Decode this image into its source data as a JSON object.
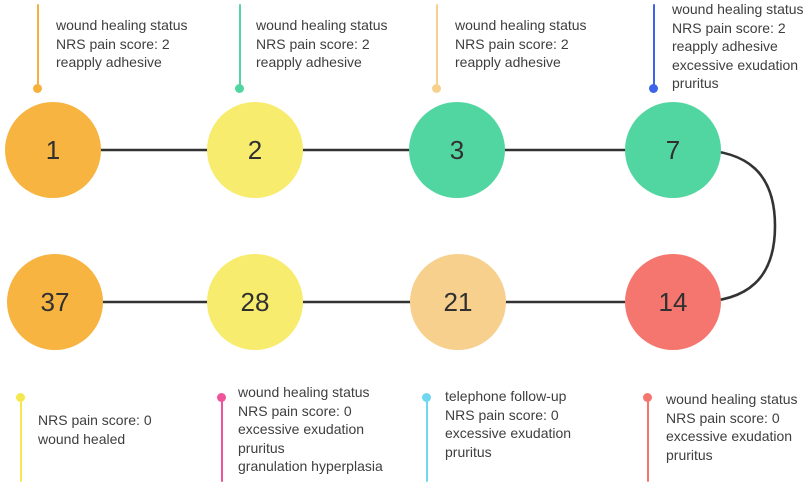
{
  "connector": {
    "color": "#333333"
  },
  "nodes": [
    {
      "day": "1",
      "circle_color": "#F7B440",
      "pin_color": "#F6B13C",
      "note": "wound healing status\nNRS pain score: 2\nreapply adhesive"
    },
    {
      "day": "2",
      "circle_color": "#F8EC6E",
      "pin_color": "#52D6A1",
      "note": "wound healing status\nNRS pain score: 2\nreapply adhesive"
    },
    {
      "day": "3",
      "circle_color": "#52D6A1",
      "pin_color": "#F8D08E",
      "note": "wound healing status\nNRS pain score: 2\nreapply adhesive"
    },
    {
      "day": "7",
      "circle_color": "#52D6A1",
      "pin_color": "#3D64E8",
      "note": "wound healing status\nNRS pain score: 2\nreapply adhesive\nexcessive exudation\npruritus"
    },
    {
      "day": "37",
      "circle_color": "#F7B440",
      "pin_color": "#F5E74E",
      "note": "NRS pain score: 0\nwound healed"
    },
    {
      "day": "28",
      "circle_color": "#F8EC6E",
      "pin_color": "#EF549B",
      "note": "wound healing status\nNRS pain score: 0\nexcessive exudation\npruritus\ngranulation hyperplasia"
    },
    {
      "day": "21",
      "circle_color": "#F8D08E",
      "pin_color": "#6FD8F0",
      "note": "telephone follow-up\nNRS pain score: 0\nexcessive exudation\npruritus"
    },
    {
      "day": "14",
      "circle_color": "#F5766E",
      "pin_color": "#F5766E",
      "note": "wound healing status\nNRS pain score: 0\nexcessive exudation\npruritus"
    }
  ]
}
